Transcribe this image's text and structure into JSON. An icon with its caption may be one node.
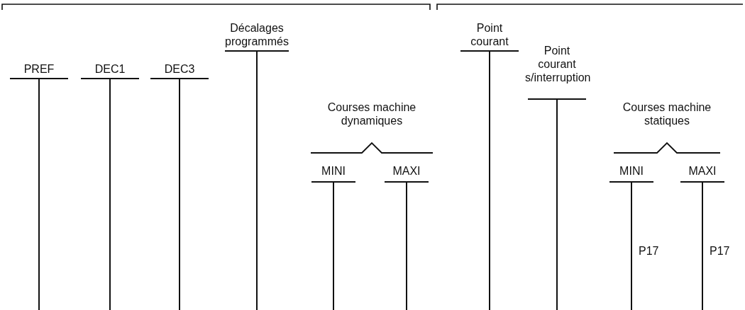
{
  "diagram": {
    "labels": [
      "PREF",
      "DEC1",
      "DEC3",
      "Décalages programmés",
      "Courses machine dynamiques",
      "MINI",
      "MAXI",
      "Point courant",
      "Point courant s/interruption",
      "Courses machine statiques",
      "MINI",
      "MAXI",
      "P17",
      "P17"
    ]
  }
}
